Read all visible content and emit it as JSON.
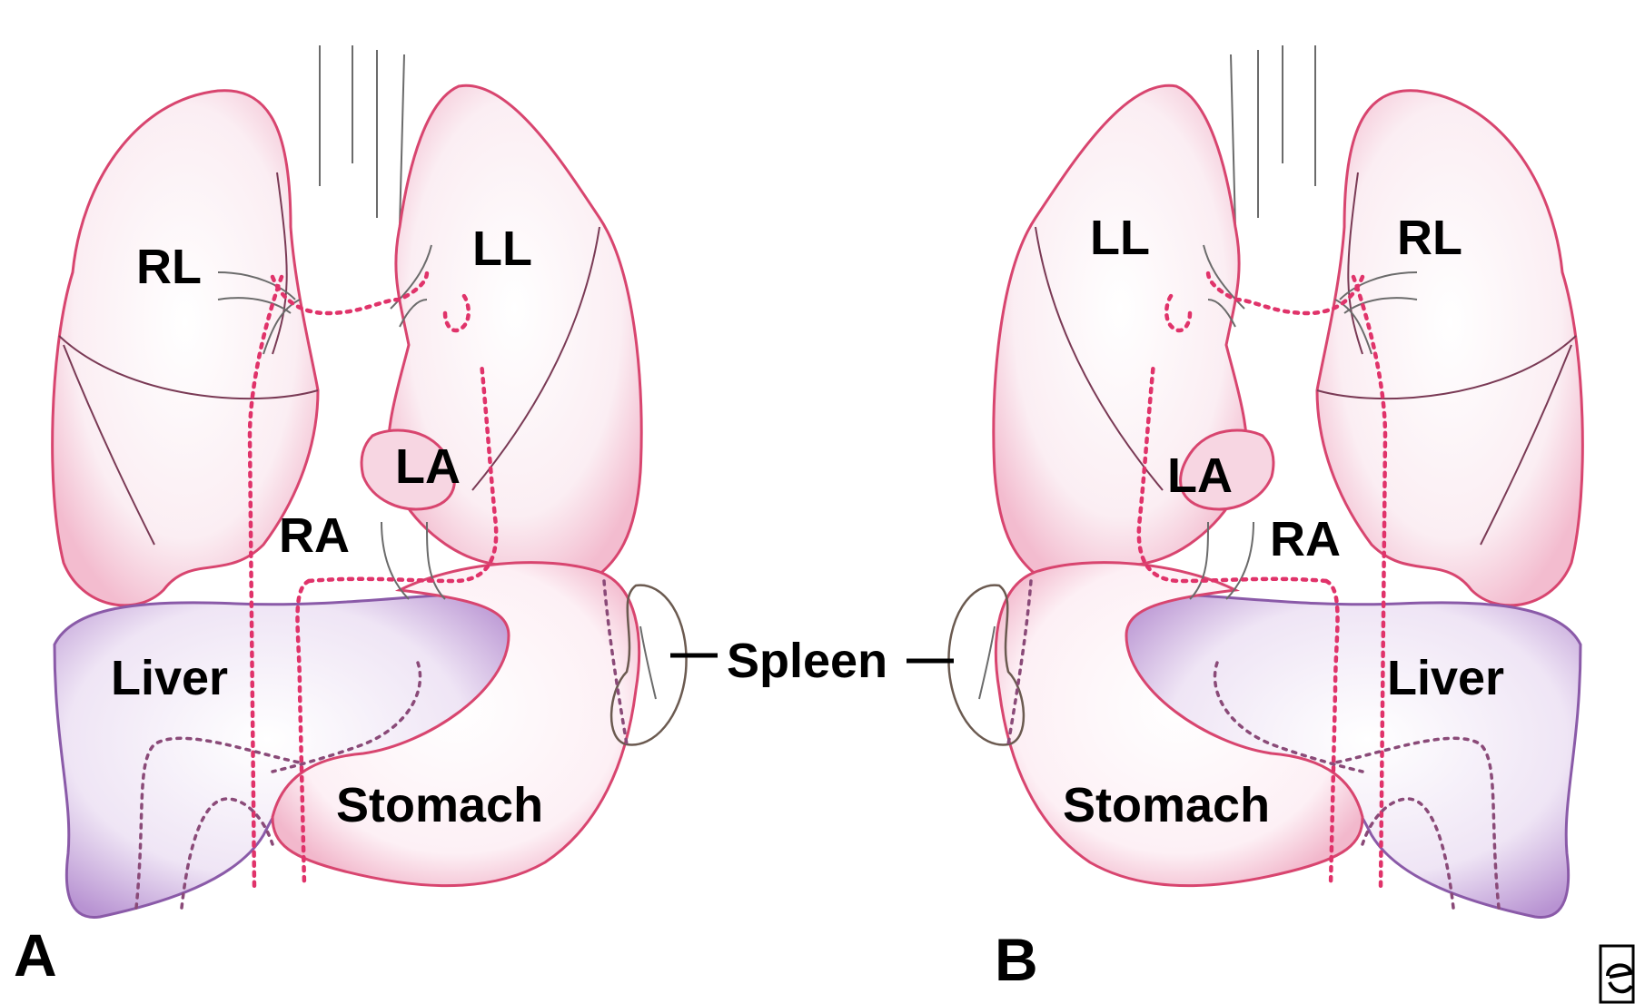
{
  "panels": {
    "a": {
      "letter": "A",
      "labels": {
        "rl": "RL",
        "ll": "LL",
        "la": "LA",
        "ra": "RA",
        "liver": "Liver",
        "stomach": "Stomach"
      }
    },
    "b": {
      "letter": "B",
      "labels": {
        "rl": "RL",
        "ll": "LL",
        "la": "LA",
        "ra": "RA",
        "liver": "Liver",
        "stomach": "Stomach"
      }
    }
  },
  "spleen_label": "Spleen",
  "colors": {
    "lung_outline": "#d8456f",
    "liver": "#9b6fc0",
    "dotted_vessel": "#e0336a"
  }
}
